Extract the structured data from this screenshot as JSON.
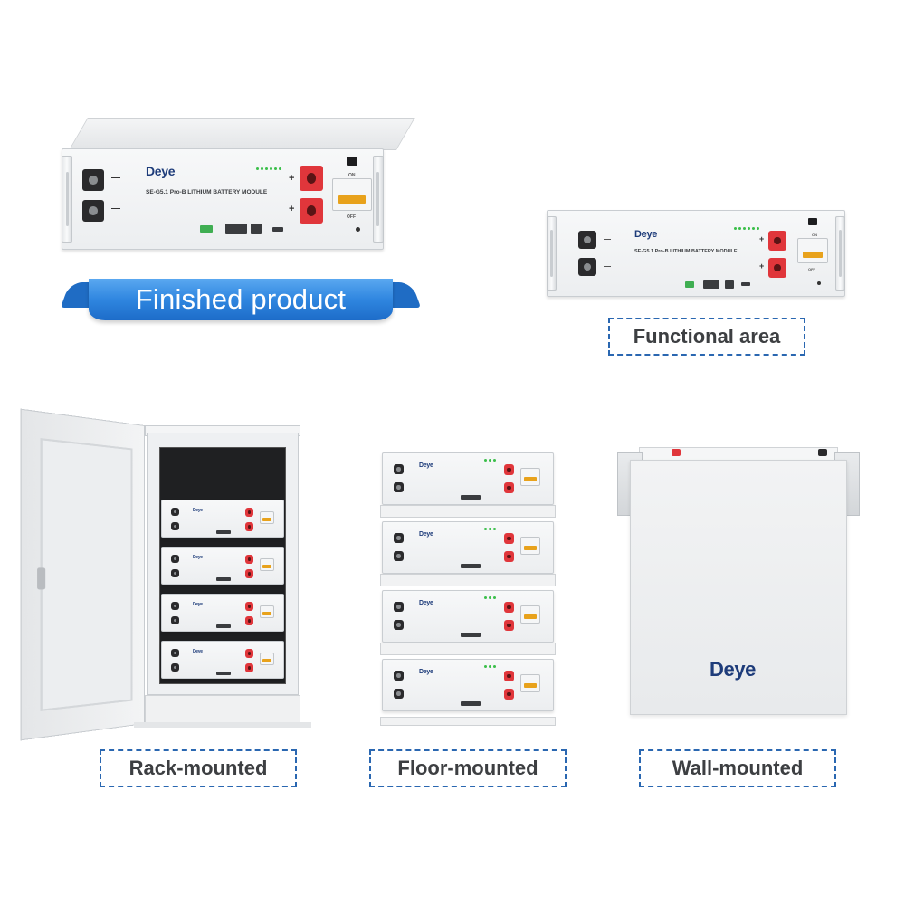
{
  "brand": {
    "name": "Deye",
    "primary_color": "#1e3c7a",
    "accent_color": "#2f86e0"
  },
  "module": {
    "model_label": "SE-G5.1 Pro-B  LITHIUM BATTERY MODULE",
    "on_label": "ON",
    "off_label": "OFF",
    "plus": "+",
    "minus": "—"
  },
  "labels": {
    "finished_product": "Finished product",
    "functional_area": "Functional area",
    "rack_mounted": "Rack-mounted",
    "floor_mounted": "Floor-mounted",
    "wall_mounted": "Wall-mounted"
  },
  "colors": {
    "label_border": "#2a67b1",
    "terminal_red": "#e0363b",
    "breaker_yellow": "#e8a21c"
  }
}
